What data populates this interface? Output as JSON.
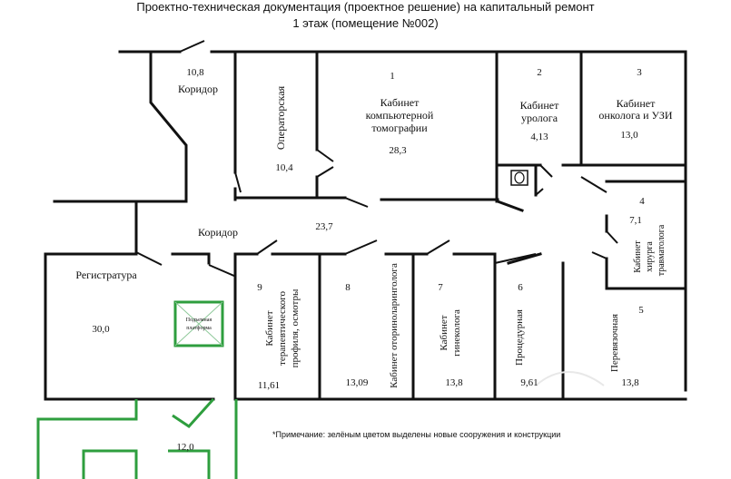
{
  "header": {
    "line1": "Проектно-техническая документация (проектное решение) на капитальный ремонт",
    "line2": "1 этаж (помещение №002)"
  },
  "rooms": {
    "corridor_top": {
      "area": "10,8",
      "name": "Коридор"
    },
    "operator": {
      "name": "Операторская",
      "area": "10,4"
    },
    "ct": {
      "num": "1",
      "name1": "Кабинет",
      "name2": "компьютерной",
      "name3": "томографии",
      "area": "28,3"
    },
    "urologist": {
      "num": "2",
      "name1": "Кабинет",
      "name2": "уролога",
      "area": "4,13"
    },
    "oncologist": {
      "num": "3",
      "name1": "Кабинет",
      "name2": "онколога и УЗИ",
      "area": "13,0"
    },
    "trauma": {
      "num": "4",
      "area": "7,1",
      "name1": "Кабинет",
      "name2": "хирурга",
      "name3": "травматолога"
    },
    "corridor_main": {
      "name": "Коридор",
      "area": "23,7"
    },
    "registry": {
      "name": "Регистратура",
      "area": "30,0"
    },
    "platform": {
      "line1": "Подъемная",
      "line2": "платформа"
    },
    "therapist": {
      "num": "9",
      "name1": "Кабинет",
      "name2": "терапевтического",
      "name3": "профиля, осмотры",
      "area": "11,61"
    },
    "ent": {
      "num": "8",
      "name": "Кабинет оториноларинголога",
      "area": "13,09"
    },
    "gyn": {
      "num": "7",
      "name1": "Кабинет",
      "name2": "гинеколога",
      "area": "13,8"
    },
    "procedure": {
      "num": "6",
      "name": "Процедурная",
      "area": "9,61"
    },
    "dressing": {
      "num": "5",
      "name": "Перевязочная",
      "area": "13,8"
    },
    "vestibule": {
      "area": "12,0"
    }
  },
  "note": "*Примечание: зелёным цветом выделены новые сооружения и конструкции",
  "colors": {
    "wall": "#111111",
    "new_construction": "#2e9e3e",
    "background": "#ffffff"
  }
}
